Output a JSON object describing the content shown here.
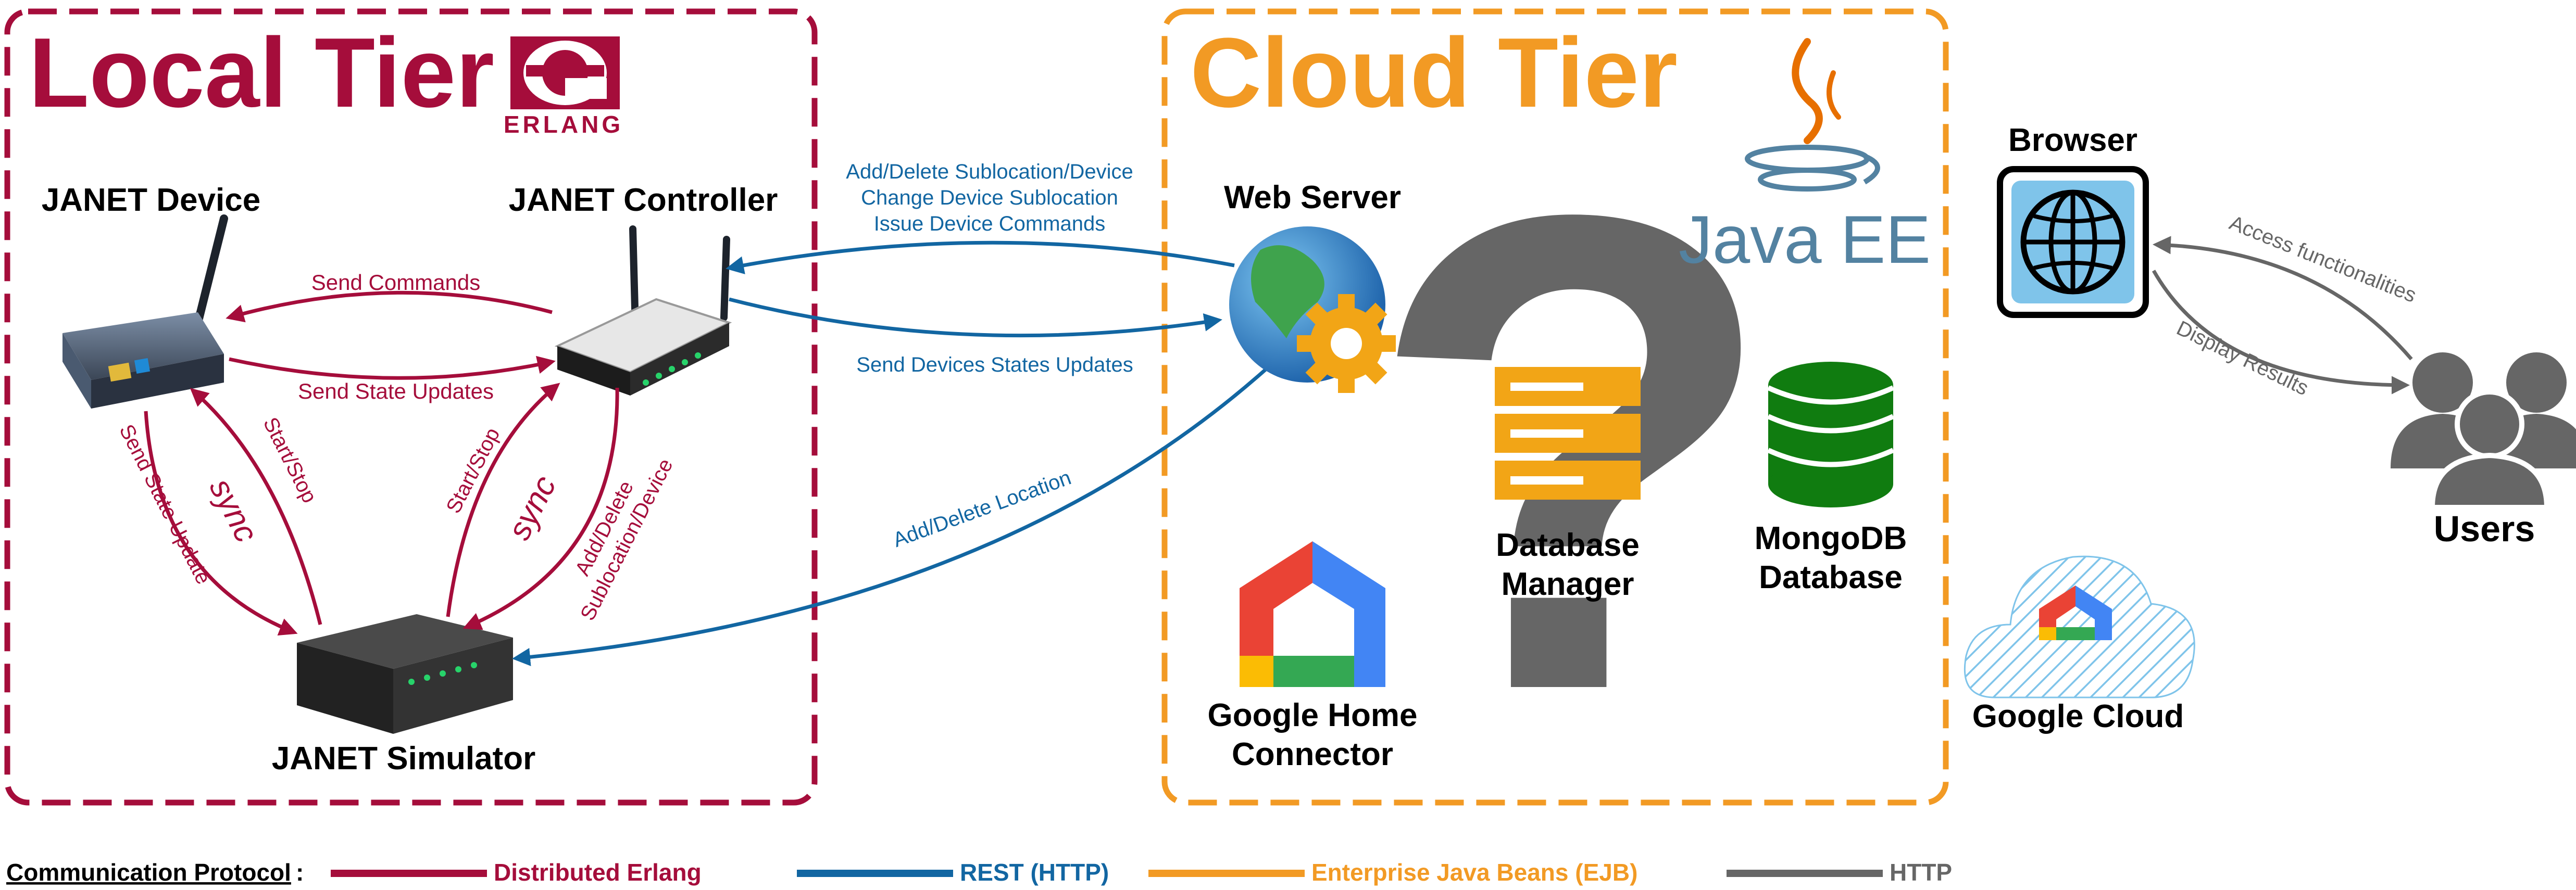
{
  "local_tier": {
    "title": "Local Tier",
    "logo_text": "ERLANG",
    "device_label": "JANET Device",
    "controller_label": "JANET Controller",
    "simulator_label": "JANET Simulator",
    "send_commands": "Send Commands",
    "send_state_updates": "Send State Updates",
    "send_state_update": "Send State Update",
    "start_stop_left": "Start/Stop",
    "start_stop_right": "Start/Stop",
    "sync_left": "sync",
    "sync_right": "sync",
    "add_delete_line1": "Add/Delete",
    "add_delete_line2": "Sublocation/Device"
  },
  "cloud_tier": {
    "title": "Cloud Tier",
    "web_server_label": "Web Server",
    "java_ee_label": "Java EE",
    "database_manager_line1": "Database",
    "database_manager_line2": "Manager",
    "mongodb_line1": "MongoDB",
    "mongodb_line2": "Database",
    "google_home_line1": "Google Home",
    "google_home_line2": "Connector",
    "question_mark": "?"
  },
  "rest_messages": {
    "controller_line1": "Add/Delete Sublocation/Device",
    "controller_line2": "Change Device Sublocation",
    "controller_line3": "Issue Device Commands",
    "state_updates": "Send Devices States Updates",
    "add_delete_location": "Add/Delete Location"
  },
  "external": {
    "browser_label": "Browser",
    "users_label": "Users",
    "google_cloud_label": "Google Cloud",
    "access_functionalities": "Access functionalities",
    "display_results": "Display Results"
  },
  "legend": {
    "title": "Communication Protocol",
    "items": [
      {
        "label": "Distributed Erlang",
        "color": "#a50d3b"
      },
      {
        "label": "REST (HTTP)",
        "color": "#1266a2"
      },
      {
        "label": "Enterprise Java Beans (EJB)",
        "color": "#f29a24"
      },
      {
        "label": "HTTP",
        "color": "#666666"
      }
    ]
  },
  "colors": {
    "erlang": "#a50d3b",
    "rest": "#1266a2",
    "ejb": "#f29a24",
    "http": "#666666"
  }
}
